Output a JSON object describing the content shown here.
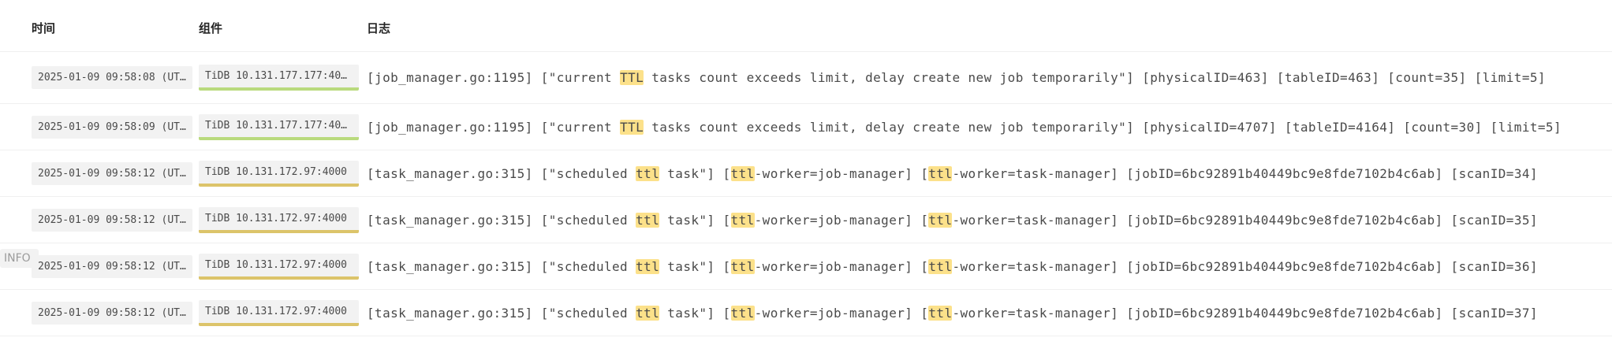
{
  "colors": {
    "divider": "#f0f0f0",
    "cell_bg": "#f2f2f2",
    "underline_green": "#b9da7d",
    "underline_yellow": "#dcc46a",
    "highlight_bg": "#fce18a",
    "text": "#4a4a4a",
    "header_text": "#262626"
  },
  "level_badge": {
    "label": "INFO"
  },
  "table": {
    "columns": [
      {
        "key": "time",
        "label": "时间"
      },
      {
        "key": "component",
        "label": "组件"
      },
      {
        "key": "log",
        "label": "日志"
      }
    ],
    "rows": [
      {
        "time": "2025-01-09 09:58:08 (UT…",
        "component": {
          "text": "TiDB 10.131.177.177:40…",
          "underline_color": "#b9da7d"
        },
        "log_segments": [
          {
            "t": "[job_manager.go:1195] [\"current ",
            "h": false
          },
          {
            "t": "TTL",
            "h": true
          },
          {
            "t": " tasks count exceeds limit, delay create new job temporarily\"] [physicalID=463] [tableID=463] [count=35] [limit=5]",
            "h": false
          }
        ]
      },
      {
        "time": "2025-01-09 09:58:09 (UT…",
        "component": {
          "text": "TiDB 10.131.177.177:40…",
          "underline_color": "#b9da7d"
        },
        "log_segments": [
          {
            "t": "[job_manager.go:1195] [\"current ",
            "h": false
          },
          {
            "t": "TTL",
            "h": true
          },
          {
            "t": " tasks count exceeds limit, delay create new job temporarily\"] [physicalID=4707] [tableID=4164] [count=30] [limit=5]",
            "h": false
          }
        ]
      },
      {
        "time": "2025-01-09 09:58:12 (UT…",
        "component": {
          "text": "TiDB 10.131.172.97:4000",
          "underline_color": "#dcc46a"
        },
        "log_segments": [
          {
            "t": "[task_manager.go:315] [\"scheduled ",
            "h": false
          },
          {
            "t": "ttl",
            "h": true
          },
          {
            "t": " task\"] [",
            "h": false
          },
          {
            "t": "ttl",
            "h": true
          },
          {
            "t": "-worker=job-manager] [",
            "h": false
          },
          {
            "t": "ttl",
            "h": true
          },
          {
            "t": "-worker=task-manager] [jobID=6bc92891b40449bc9e8fde7102b4c6ab] [scanID=34]",
            "h": false
          }
        ]
      },
      {
        "time": "2025-01-09 09:58:12 (UT…",
        "component": {
          "text": "TiDB 10.131.172.97:4000",
          "underline_color": "#dcc46a"
        },
        "log_segments": [
          {
            "t": "[task_manager.go:315] [\"scheduled ",
            "h": false
          },
          {
            "t": "ttl",
            "h": true
          },
          {
            "t": " task\"] [",
            "h": false
          },
          {
            "t": "ttl",
            "h": true
          },
          {
            "t": "-worker=job-manager] [",
            "h": false
          },
          {
            "t": "ttl",
            "h": true
          },
          {
            "t": "-worker=task-manager] [jobID=6bc92891b40449bc9e8fde7102b4c6ab] [scanID=35]",
            "h": false
          }
        ]
      },
      {
        "time": "2025-01-09 09:58:12 (UT…",
        "component": {
          "text": "TiDB 10.131.172.97:4000",
          "underline_color": "#dcc46a"
        },
        "log_segments": [
          {
            "t": "[task_manager.go:315] [\"scheduled ",
            "h": false
          },
          {
            "t": "ttl",
            "h": true
          },
          {
            "t": " task\"] [",
            "h": false
          },
          {
            "t": "ttl",
            "h": true
          },
          {
            "t": "-worker=job-manager] [",
            "h": false
          },
          {
            "t": "ttl",
            "h": true
          },
          {
            "t": "-worker=task-manager] [jobID=6bc92891b40449bc9e8fde7102b4c6ab] [scanID=36]",
            "h": false
          }
        ]
      },
      {
        "time": "2025-01-09 09:58:12 (UT…",
        "component": {
          "text": "TiDB 10.131.172.97:4000",
          "underline_color": "#dcc46a"
        },
        "log_segments": [
          {
            "t": "[task_manager.go:315] [\"scheduled ",
            "h": false
          },
          {
            "t": "ttl",
            "h": true
          },
          {
            "t": " task\"] [",
            "h": false
          },
          {
            "t": "ttl",
            "h": true
          },
          {
            "t": "-worker=job-manager] [",
            "h": false
          },
          {
            "t": "ttl",
            "h": true
          },
          {
            "t": "-worker=task-manager] [jobID=6bc92891b40449bc9e8fde7102b4c6ab] [scanID=37]",
            "h": false
          }
        ]
      }
    ]
  }
}
